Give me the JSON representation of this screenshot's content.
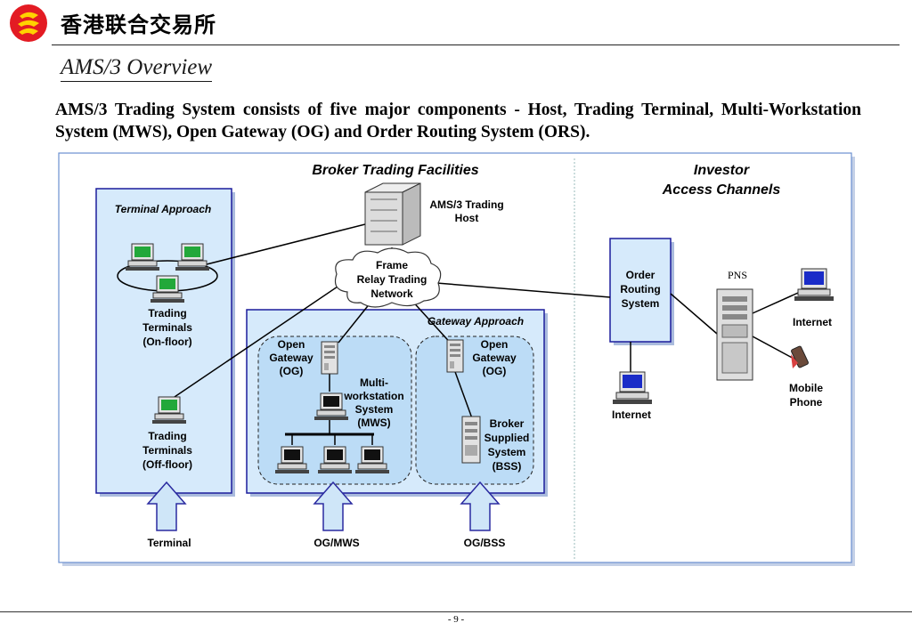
{
  "header": {
    "company_name": "香港联合交易所",
    "logo_icon": "hkex-logo-icon",
    "title": "AMS/3 Overview",
    "intro": "AMS/3 Trading System consists of five major components - Host, Trading Terminal, Multi-Workstation System (MWS), Open Gateway (OG) and Order Routing System (ORS)."
  },
  "diagram": {
    "broker_heading": "Broker Trading Facilities",
    "investor_heading": [
      "Investor",
      "Access Channels"
    ],
    "host_label": [
      "AMS/3 Trading",
      "Host"
    ],
    "network_label": [
      "Frame",
      "Relay Trading",
      "Network"
    ],
    "terminal_approach": "Terminal Approach",
    "terminals_onfloor": [
      "Trading",
      "Terminals",
      "(On-floor)"
    ],
    "terminals_offfloor": [
      "Trading",
      "Terminals",
      "(Off-floor)"
    ],
    "gateway_approach": "Gateway Approach",
    "og_label": [
      "Open",
      "Gateway",
      "(OG)"
    ],
    "mws_label": [
      "Multi-",
      "workstation",
      "System",
      "(MWS)"
    ],
    "bss_label": [
      "Broker",
      "Supplied",
      "System",
      "(BSS)"
    ],
    "ors_label": [
      "Order",
      "Routing",
      "System"
    ],
    "pns_label": "PNS",
    "internet_left": "Internet",
    "internet_right": "Internet",
    "mobile_label": [
      "Mobile",
      "Phone"
    ],
    "arrow_labels": [
      "Terminal",
      "OG/MWS",
      "OG/BSS"
    ],
    "colors": {
      "panel_fill": "#d6eafb",
      "panel_border": "#1c1c9c",
      "frame_border": "#6a8fd0",
      "arrow_fill": "#cfe6f8",
      "arrow_stroke": "#2a2aa0"
    }
  },
  "footer": {
    "page_number": "- 9 -"
  }
}
